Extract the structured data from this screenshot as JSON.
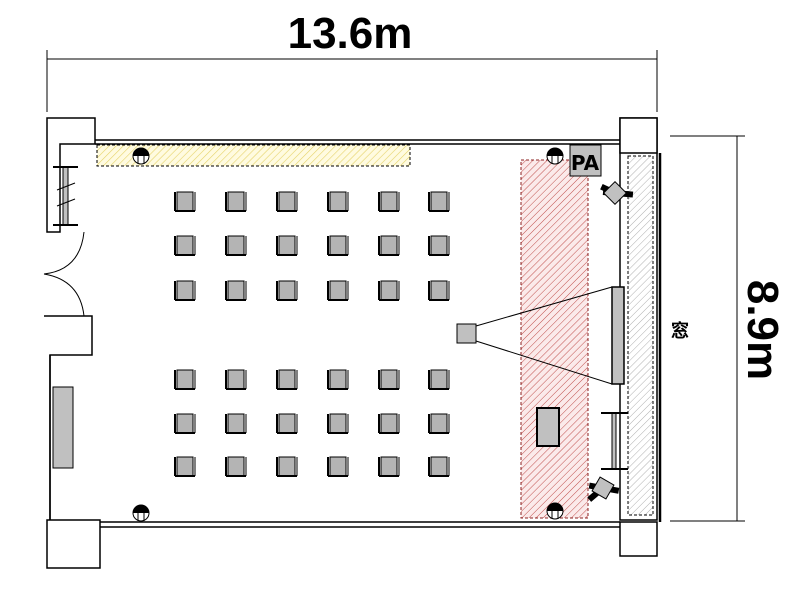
{
  "dimensions": {
    "width_label": "13.6m",
    "depth_label": "8.9m"
  },
  "labels": {
    "window": "窓",
    "pa": "PA"
  },
  "seating": {
    "columns": 6,
    "rows_front_block": 3,
    "rows_back_block": 3
  },
  "colors": {
    "yellow_hatch": "#e6d36a",
    "red_hatch": "#c0504d",
    "grey_hatch": "#b0b0b0",
    "fixture_grey": "#c0c0c0"
  }
}
